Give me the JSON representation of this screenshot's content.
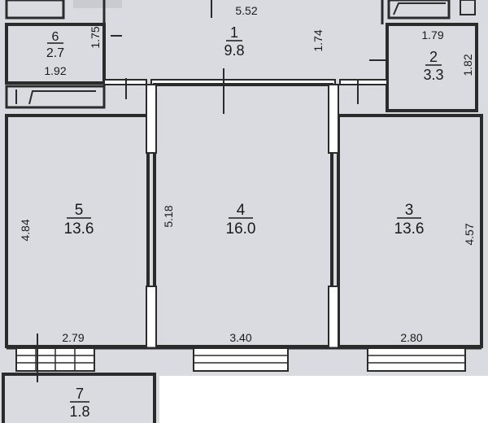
{
  "rooms": [
    {
      "id": "1",
      "number": "1",
      "area": "9.8"
    },
    {
      "id": "2",
      "number": "2",
      "area": "3.3"
    },
    {
      "id": "3",
      "number": "3",
      "area": "13.6"
    },
    {
      "id": "4",
      "number": "4",
      "area": "16.0"
    },
    {
      "id": "5",
      "number": "5",
      "area": "13.6"
    },
    {
      "id": "6",
      "number": "6",
      "area": "2.7"
    },
    {
      "id": "7",
      "number": "7",
      "area": "1.8"
    }
  ],
  "dimensions": {
    "d_5_52": "5.52",
    "d_1_75": "1.75",
    "d_1_74": "1.74",
    "d_1_79": "1.79",
    "d_1_82": "1.82",
    "d_1_92": "1.92",
    "d_4_84": "4.84",
    "d_5_18": "5.18",
    "d_4_57": "4.57",
    "d_2_79": "2.79",
    "d_3_40": "3.40",
    "d_2_80": "2.80"
  },
  "colors": {
    "background": "#d9dbe0",
    "wall": "#2b2b2b",
    "blank_area": "#ffffff",
    "text": "#1a1a1a"
  }
}
